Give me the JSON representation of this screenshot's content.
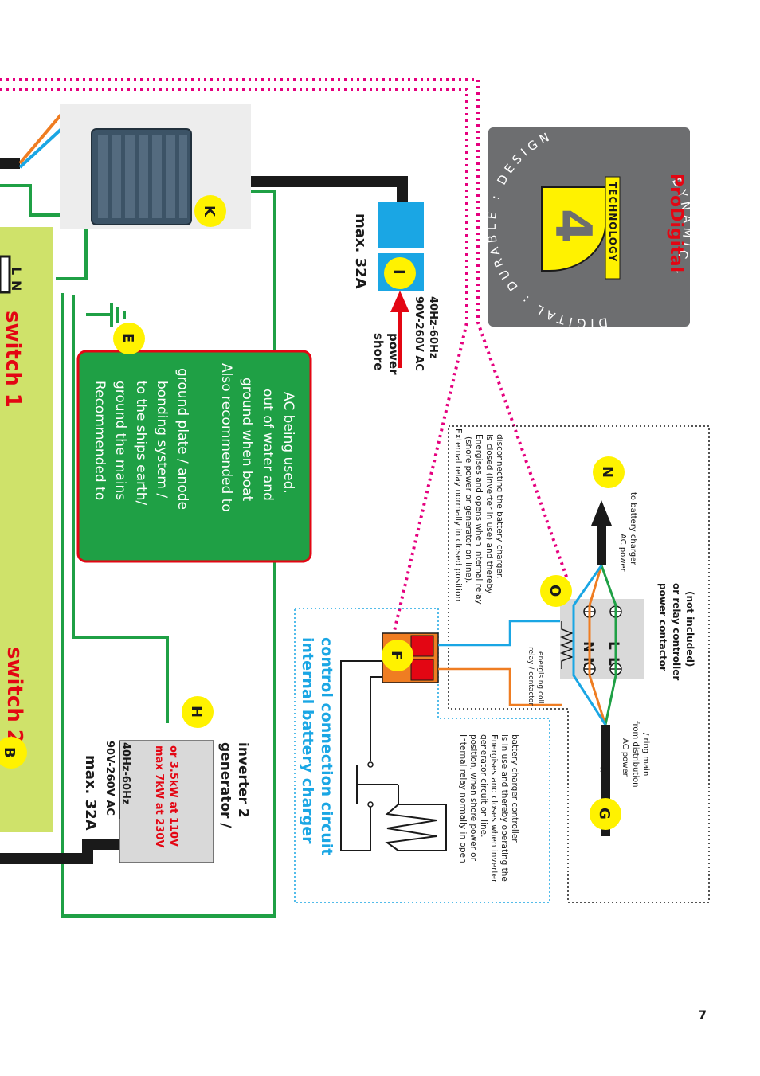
{
  "page_number": "7",
  "switches": {
    "switch1": "switch 1",
    "switch2": "switch 2"
  },
  "terminals": {
    "l": "L",
    "n": "N"
  },
  "markers": {
    "b": "B",
    "e": "E",
    "f": "F",
    "g": "G",
    "h": "H",
    "i": "I",
    "k": "K",
    "n": "N",
    "o": "O"
  },
  "green_box": {
    "para1": [
      "Recommended to",
      "ground the mains",
      "to the ships earth/",
      "bonding system /",
      "ground plate / anode"
    ],
    "para2": [
      "Also recommended to",
      "ground when boat",
      "out of water and",
      "AC being used."
    ]
  },
  "shore": {
    "max": "max. 32A",
    "label": [
      "shore",
      "power"
    ],
    "spec": [
      "90V-260V AC",
      "40Hz-60Hz"
    ]
  },
  "generator": {
    "max": "max. 32A",
    "spec1": "90V-260V AC",
    "spec2": "40Hz-60Hz",
    "rating": [
      "max 7kW at 230V",
      "or 3.5kW at 110V"
    ],
    "label": [
      "generator /",
      "inverter 2"
    ]
  },
  "internal_circuit": {
    "title": [
      "internal battery charger",
      "control connection circuit"
    ],
    "note": [
      "Internal relay normally in open",
      "position, when shore power or",
      "generator circuit on line.",
      "Energises and closes when inverter",
      "is in use and thereby operating the",
      "battery charger controller"
    ]
  },
  "external_relay": {
    "note": [
      "External relay normally in closed position",
      "(shore power or generator on line).",
      "Energises and opens when internal relay",
      "is closed (inverter in use) and thereby",
      "disconnecting the battery charger."
    ],
    "coil": [
      "relay / contactor",
      "energising coil"
    ],
    "ac_out": [
      "AC power",
      "to battery charger"
    ],
    "ac_in": [
      "AC power",
      "from distribution",
      "/ ring main"
    ],
    "contactor": [
      "power contactor",
      "or relay controller",
      "(not included)"
    ],
    "terminals": [
      "N",
      "N",
      "L",
      "L"
    ]
  },
  "logo": {
    "ring": "DIGITAL : DURABLE : DESIGN",
    "ring2": "DYNAMIC : ",
    "big": "4",
    "tech": "TECHNOLOGY",
    "brand": "ProDigital"
  },
  "colors": {
    "green": "#1fa045",
    "lime": "#cfe26a",
    "black": "#1a1a1a",
    "blue": "#1aa6e4",
    "orange": "#ef7d22",
    "magenta": "#e5007e",
    "yellow": "#fff200",
    "red": "#e30613",
    "logo_bg": "#6d6e70"
  }
}
